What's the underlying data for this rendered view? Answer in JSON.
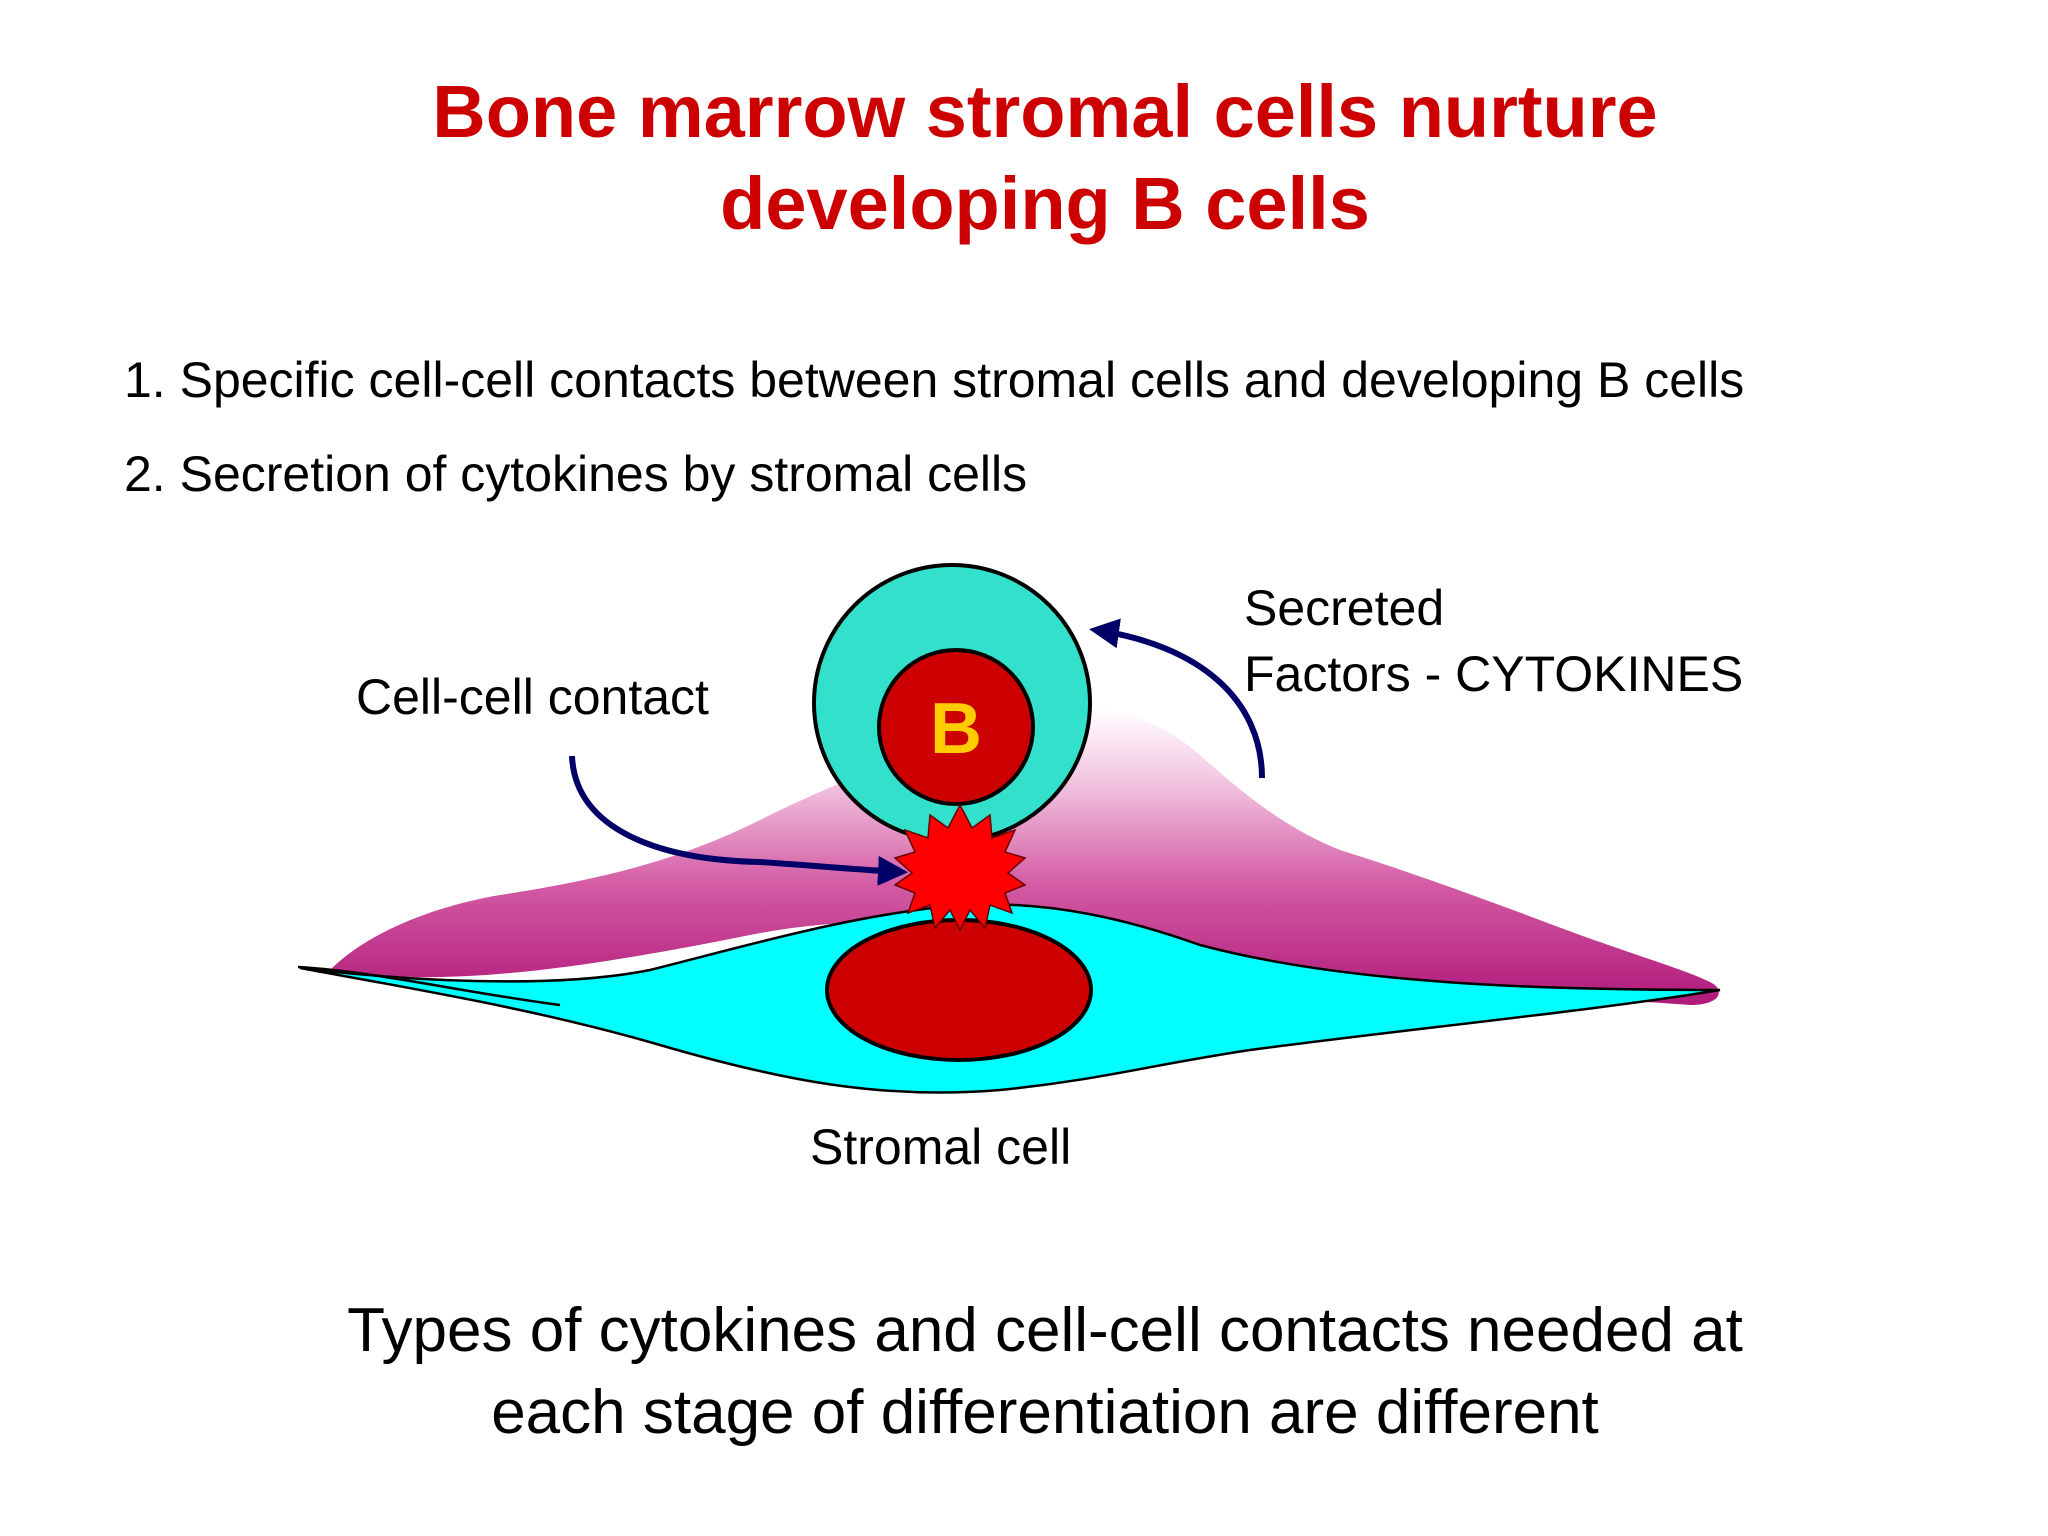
{
  "slide": {
    "title_line1": "Bone marrow stromal cells nurture",
    "title_line2": "developing B cells",
    "points": [
      "1. Specific cell-cell contacts between stromal cells and developing B cells",
      "2. Secretion of cytokines by stromal cells"
    ],
    "caption_line1": "Types of cytokines and cell-cell contacts needed at",
    "caption_line2": "each stage of differentiation are different"
  },
  "diagram": {
    "b_cell_label": "B",
    "contact_label": "Cell-cell contact",
    "secreted_line1": "Secreted",
    "secreted_line2": "Factors - CYTOKINES",
    "stromal_label": "Stromal cell"
  },
  "colors": {
    "title": "#cc0000",
    "b_cell_cytoplasm": "#33e0cc",
    "nucleus": "#cc0000",
    "b_letter": "#ffcc00",
    "contact_star": "#ff0000",
    "stromal_cyan": "#00ffff",
    "stromal_magenta": "#b0197a",
    "arrow": "#000066"
  }
}
